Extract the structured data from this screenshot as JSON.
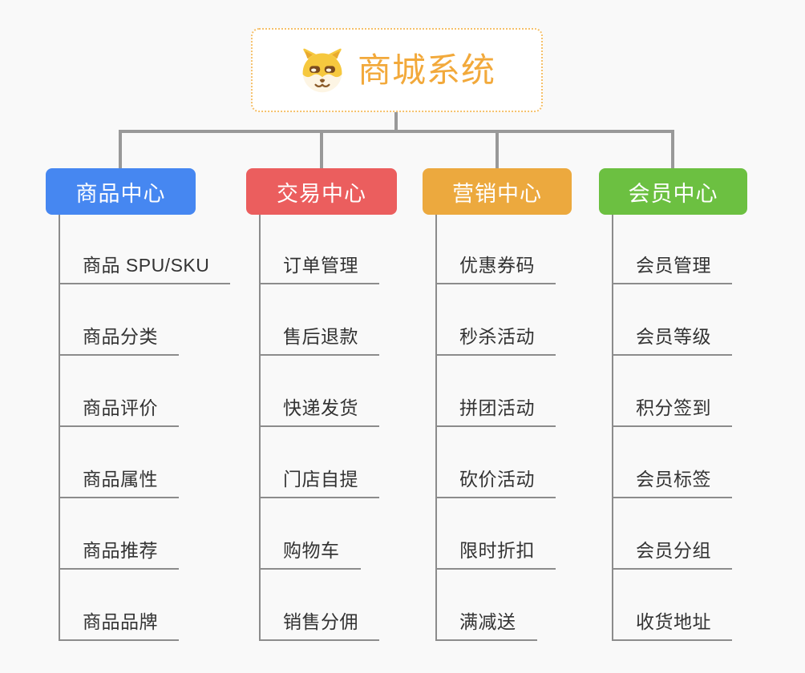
{
  "root": {
    "title": "商城系统",
    "icon": "shiba-dog-icon",
    "title_color": "#F2A93B",
    "border_color": "#F5C06A"
  },
  "branches": [
    {
      "label": "商品中心",
      "color": "#4687F1",
      "children": [
        "商品 SPU/SKU",
        "商品分类",
        "商品评价",
        "商品属性",
        "商品推荐",
        "商品品牌"
      ]
    },
    {
      "label": "交易中心",
      "color": "#EB5E5E",
      "children": [
        "订单管理",
        "售后退款",
        "快递发货",
        "门店自提",
        "购物车",
        "销售分佣"
      ]
    },
    {
      "label": "营销中心",
      "color": "#ECA93E",
      "children": [
        "优惠券码",
        "秒杀活动",
        "拼团活动",
        "砍价活动",
        "限时折扣",
        "满减送"
      ]
    },
    {
      "label": "会员中心",
      "color": "#6CC041",
      "children": [
        "会员管理",
        "会员等级",
        "积分签到",
        "会员标签",
        "会员分组",
        "收货地址"
      ]
    }
  ],
  "colors": {
    "background": "#F9F9F9",
    "connector": "#999999",
    "leaf_text": "#333333",
    "leaf_line": "#8C8C8C"
  }
}
